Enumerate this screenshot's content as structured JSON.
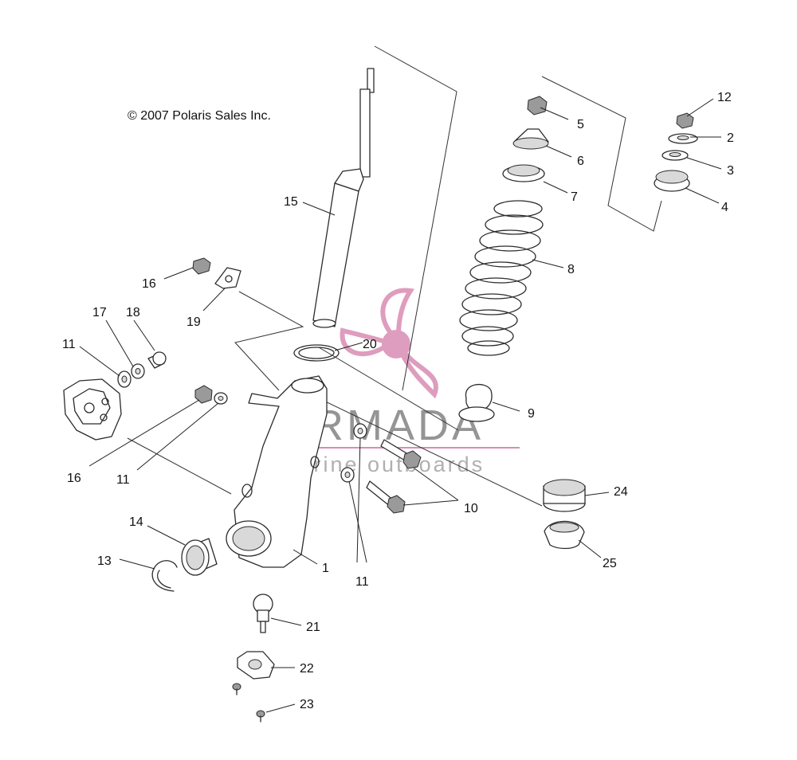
{
  "copyright": "© 2007 Polaris Sales Inc.",
  "watermark": {
    "brand": "ARMADA",
    "tagline": "marine outboards",
    "logo_color": "#d98cb3",
    "text_color": "#8a8a8a"
  },
  "callouts": [
    {
      "id": "c1",
      "number": "1"
    },
    {
      "id": "c2",
      "number": "2"
    },
    {
      "id": "c3",
      "number": "3"
    },
    {
      "id": "c4",
      "number": "4"
    },
    {
      "id": "c5",
      "number": "5"
    },
    {
      "id": "c6",
      "number": "6"
    },
    {
      "id": "c7",
      "number": "7"
    },
    {
      "id": "c8",
      "number": "8"
    },
    {
      "id": "c9",
      "number": "9"
    },
    {
      "id": "c10",
      "number": "10"
    },
    {
      "id": "c11a",
      "number": "11"
    },
    {
      "id": "c11b",
      "number": "11"
    },
    {
      "id": "c11c",
      "number": "11"
    },
    {
      "id": "c12",
      "number": "12"
    },
    {
      "id": "c13",
      "number": "13"
    },
    {
      "id": "c14",
      "number": "14"
    },
    {
      "id": "c15",
      "number": "15"
    },
    {
      "id": "c16a",
      "number": "16"
    },
    {
      "id": "c16b",
      "number": "16"
    },
    {
      "id": "c17",
      "number": "17"
    },
    {
      "id": "c18",
      "number": "18"
    },
    {
      "id": "c19",
      "number": "19"
    },
    {
      "id": "c20",
      "number": "20"
    },
    {
      "id": "c21",
      "number": "21"
    },
    {
      "id": "c22",
      "number": "22"
    },
    {
      "id": "c23",
      "number": "23"
    },
    {
      "id": "c24",
      "number": "24"
    },
    {
      "id": "c25",
      "number": "25"
    }
  ]
}
